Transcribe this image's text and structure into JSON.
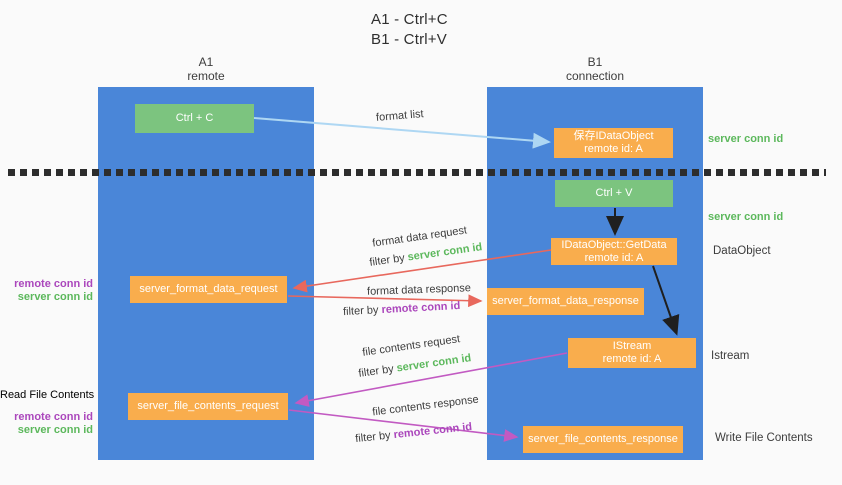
{
  "title": {
    "line1": "A1 - Ctrl+C",
    "line2": "B1 - Ctrl+V"
  },
  "columns": {
    "a": {
      "id": "A1",
      "role": "remote"
    },
    "b": {
      "id": "B1",
      "role": "connection"
    }
  },
  "nodes": {
    "ctrl_c": {
      "label": "Ctrl + C"
    },
    "save_dataobject": {
      "line1": "保存IDataObject",
      "line2": "remote id: A"
    },
    "ctrl_v": {
      "label": "Ctrl + V"
    },
    "getdata": {
      "line1": "IDataObject::GetData",
      "line2": "remote id: A"
    },
    "format_request": {
      "label": "server_format_data_request"
    },
    "format_response": {
      "label": "server_format_data_response"
    },
    "istream": {
      "line1": "IStream",
      "line2": "remote id: A"
    },
    "file_request": {
      "label": "server_file_contents_request"
    },
    "file_response": {
      "label": "server_file_contents_response"
    }
  },
  "flow_labels": {
    "format_list": "format list",
    "format_data_request": "format data request",
    "format_data_response": "format data response",
    "file_contents_request": "file contents request",
    "file_contents_response": "file contents response",
    "filter_by": "filter by "
  },
  "side_labels": {
    "server_conn_id": "server conn id",
    "remote_conn_id": "remote conn id",
    "dataobject": "DataObject",
    "istream": "Istream",
    "read_file_contents": "Read File Contents",
    "write_file_contents": "Write File Contents"
  },
  "colors": {
    "column_blue": "#4a86d8",
    "box_green": "#7cc47f",
    "box_orange": "#f9ad4d",
    "text_green": "#5cb85c",
    "text_purple": "#ab47bc",
    "arrow_blue": "#aed7f3",
    "arrow_red": "#e8685d",
    "arrow_magenta": "#c25ac2",
    "arrow_black": "#1f1f1f"
  }
}
